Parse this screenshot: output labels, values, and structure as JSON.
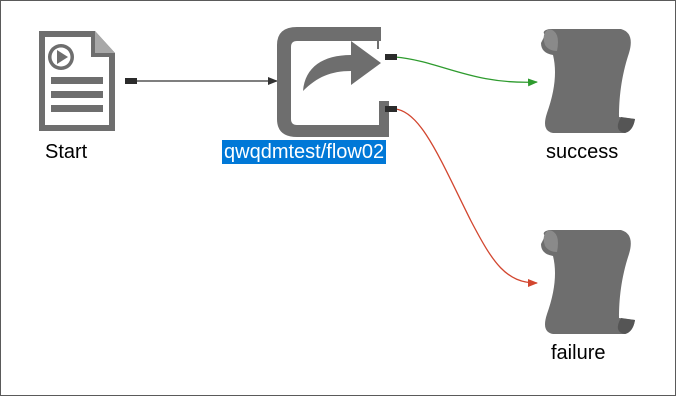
{
  "nodes": {
    "start": {
      "label": "Start",
      "icon": "document-play-icon"
    },
    "flow": {
      "label": "qwqdmtest/flow02",
      "icon": "flow-redirect-icon",
      "selected": true
    },
    "success": {
      "label": "success",
      "icon": "scroll-icon"
    },
    "failure": {
      "label": "failure",
      "icon": "scroll-icon"
    }
  },
  "edges": [
    {
      "from": "start",
      "to": "flow",
      "color": "#333333"
    },
    {
      "from": "flow",
      "to": "success",
      "color": "#2e9b2e"
    },
    {
      "from": "flow",
      "to": "failure",
      "color": "#d2462f"
    }
  ],
  "colors": {
    "icon_gray": "#6e6e6e",
    "selection_bg": "#0078d7",
    "selection_text": "#ffffff"
  }
}
